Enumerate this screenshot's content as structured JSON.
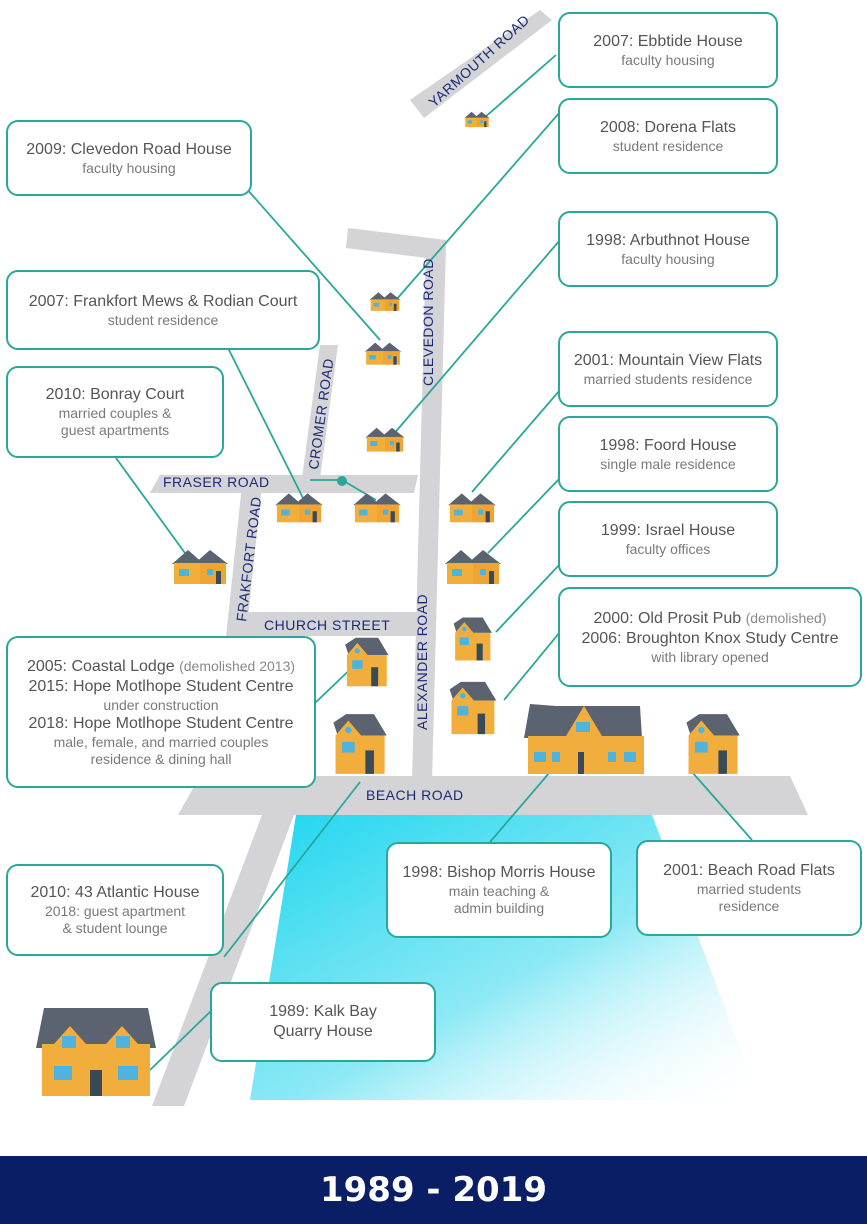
{
  "colors": {
    "road": "#d4d4d6",
    "road_label": "#1b2a78",
    "leader": "#2aa79b",
    "box_border": "#2aa79b",
    "water": "#1ed6ef",
    "house_wall": "#f2ae3d",
    "house_roof": "#5b6270",
    "footer_bg": "#0a1e66"
  },
  "roads": {
    "yarmouth": "YARMOUTH ROAD",
    "clevedon": "CLEVEDON ROAD",
    "cromer": "CROMER ROAD",
    "fraser": "FRASER ROAD",
    "frakfort": "FRAKFORT ROAD",
    "church": "CHURCH STREET",
    "alexander": "ALEXANDER ROAD",
    "beach": "BEACH ROAD"
  },
  "labels": {
    "ebbtide": {
      "title": "2007: Ebbtide House",
      "sub": "faculty housing"
    },
    "dorena": {
      "title": "2008: Dorena Flats",
      "sub": "student residence"
    },
    "clevedon_house": {
      "title": "2009: Clevedon Road House",
      "sub": "faculty housing"
    },
    "arbuthnot": {
      "title": "1998: Arbuthnot House",
      "sub": "faculty housing"
    },
    "frankfort": {
      "title": "2007: Frankfort Mews & Rodian Court",
      "sub": "student residence"
    },
    "mountain_view": {
      "title": "2001: Mountain View Flats",
      "sub": "married students residence"
    },
    "bonray": {
      "title": "2010: Bonray Court",
      "sub1": "married couples &",
      "sub2": "guest apartments"
    },
    "foord": {
      "title": "1998: Foord House",
      "sub": "single male residence"
    },
    "israel": {
      "title": "1999: Israel House",
      "sub": "faculty offices"
    },
    "prosit": {
      "title1": "2000: Old Prosit Pub",
      "note1": "(demolished)",
      "title2": "2006: Broughton Knox Study Centre",
      "sub": "with library opened"
    },
    "coastal": {
      "title1": "2005: Coastal Lodge",
      "note1": "(demolished 2013)",
      "title2": "2015: Hope Motlhope Student Centre",
      "sub2": "under construction",
      "title3": "2018: Hope Motlhope Student Centre",
      "sub3a": "male, female, and married couples",
      "sub3b": "residence & dining hall"
    },
    "atlantic": {
      "title": "2010: 43 Atlantic House",
      "sub1": "2018: guest apartment",
      "sub2": "& student lounge"
    },
    "bishop": {
      "title": "1998: Bishop Morris House",
      "sub1": "main teaching &",
      "sub2": "admin building"
    },
    "beach_flats": {
      "title": "2001: Beach Road Flats",
      "sub1": "married students",
      "sub2": "residence"
    },
    "kalk": {
      "title1": "1989: Kalk Bay",
      "title2": "Quarry House"
    }
  },
  "footer": {
    "text": "1989 - 2019"
  }
}
